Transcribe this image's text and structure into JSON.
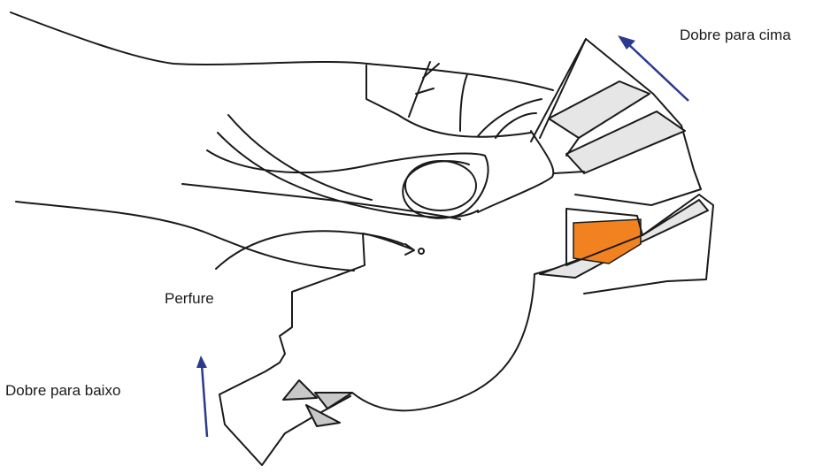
{
  "labels": {
    "fold_up": "Dobre para cima",
    "pierce": "Perfure",
    "fold_down": "Dobre para baixo"
  },
  "colors": {
    "tab": "#f28220",
    "arrow": "#2b3a8f",
    "flap": "#e6e6e6"
  },
  "icons": {
    "fold_up_arrow": "arrow-up-right",
    "fold_down_arrow": "arrow-up"
  }
}
